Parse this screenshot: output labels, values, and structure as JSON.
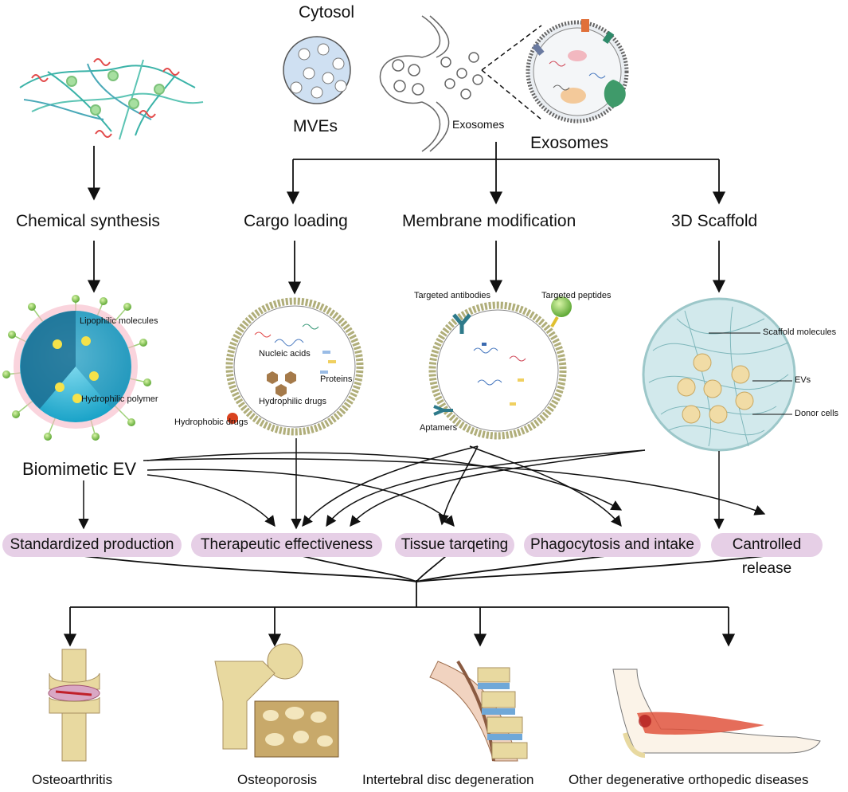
{
  "top": {
    "cytosol": "Cytosol",
    "mves": "MVEs",
    "exosomes_small": "Exosomes",
    "exosomes_large": "Exosomes"
  },
  "methods": {
    "chemical": "Chemical synthesis",
    "cargo": "Cargo loading",
    "membrane": "Membrane modification",
    "scaffold": "3D Scaffold"
  },
  "biomimetic": {
    "title": "Biomimetic EV",
    "lipophilic": "Lipophilic molecules",
    "hydrophilic_polymer": "Hydrophilic polymer"
  },
  "cargo_ev": {
    "nucleic": "Nucleic acids",
    "proteins": "Proteins",
    "hydrophilic_drugs": "Hydrophilic drugs",
    "hydrophobic_drugs": "Hydrophobic drugs"
  },
  "membrane_ev": {
    "antibodies": "Targeted antibodies",
    "peptides": "Targeted peptides",
    "aptamers": "Aptamers"
  },
  "scaffold_ev": {
    "molecules": "Scaffold molecules",
    "evs": "EVs",
    "donor": "Donor cells"
  },
  "outcomes": [
    "Standardized production",
    "Therapeutic effectiveness",
    "Tissue tarqeting",
    "Phagocytosis and intake",
    "Cantrolled release"
  ],
  "diseases": [
    "Osteoarthritis",
    "Osteoporosis",
    "Intertebral disc degeneration",
    "Other degenerative orthopedic diseases"
  ],
  "colors": {
    "pill": "#e6cfe6",
    "cyan": "#29b6d6",
    "bone": "#e8d9a0",
    "muscle": "#e0533d"
  }
}
